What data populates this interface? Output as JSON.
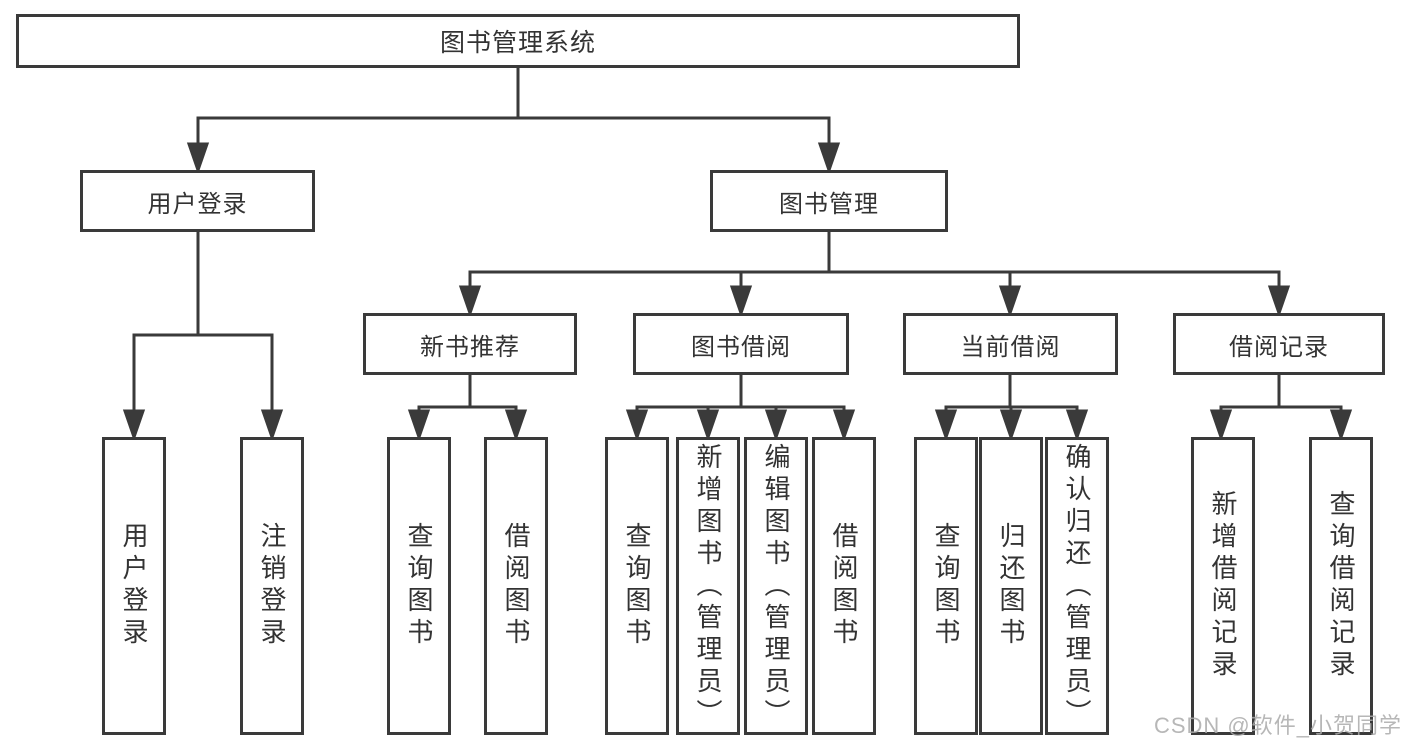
{
  "nodes": {
    "root": "图书管理系统",
    "level2": [
      "用户登录",
      "图书管理"
    ],
    "level3": [
      "新书推荐",
      "图书借阅",
      "当前借阅",
      "借阅记录"
    ],
    "leaves_user": [
      "用户登录",
      "注销登录"
    ],
    "leaves_newbook": [
      "查询图书",
      "借阅图书"
    ],
    "leaves_borrow": [
      "查询图书",
      "新增图书（管理员）",
      "编辑图书（管理员）",
      "借阅图书"
    ],
    "leaves_current": [
      "查询图书",
      "归还图书",
      "确认归还（管理员）"
    ],
    "leaves_records": [
      "新增借阅记录",
      "查询借阅记录"
    ]
  },
  "colors": {
    "line": "#3a3a3a",
    "text": "#333333",
    "watermark": "#ababab"
  },
  "watermark": "CSDN @软件_小贺同学"
}
